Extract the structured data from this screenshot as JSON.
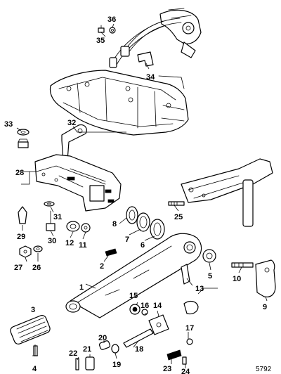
{
  "figure_number": "5792",
  "callouts": {
    "c1": "1",
    "c2": "2",
    "c3": "3",
    "c4": "4",
    "c5": "5",
    "c6": "6",
    "c7": "7",
    "c8": "8",
    "c9": "9",
    "c10": "10",
    "c11": "11",
    "c12": "12",
    "c13": "13",
    "c14": "14",
    "c15": "15",
    "c16": "16",
    "c17": "17",
    "c18": "18",
    "c19": "19",
    "c20": "20",
    "c21": "21",
    "c22": "22",
    "c23": "23",
    "c24": "24",
    "c25": "25",
    "c26": "26",
    "c27": "27",
    "c28": "28",
    "c29": "29",
    "c30": "30",
    "c31": "31",
    "c32": "32",
    "c33": "33",
    "c34": "34",
    "c35": "35",
    "c36": "36"
  }
}
